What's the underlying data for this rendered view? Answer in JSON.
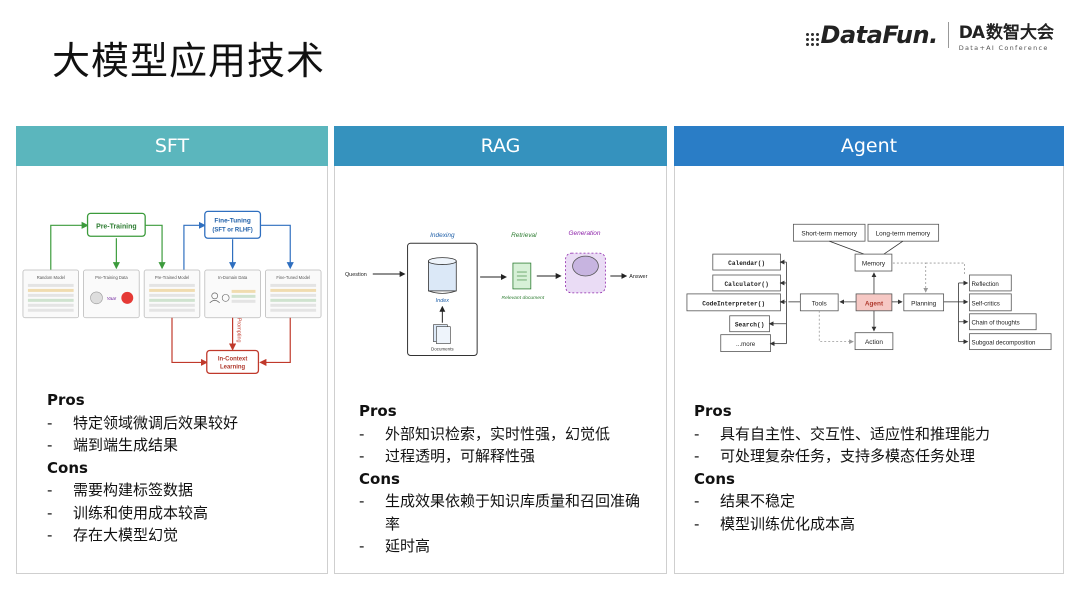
{
  "page": {
    "title": "大模型应用技术"
  },
  "logo": {
    "datafun": "DataFun.",
    "da_mark": "DA",
    "da_name": "数智大会",
    "da_sub": "Data+AI Conference"
  },
  "panels": [
    {
      "header": "SFT",
      "pros_label": "Pros",
      "pros": [
        "特定领域微调后效果较好",
        "端到端生成结果"
      ],
      "cons_label": "Cons",
      "cons": [
        "需要构建标签数据",
        "训练和使用成本较高",
        "存在大模型幻觉"
      ],
      "diagram": {
        "pretraining": "Pre-Training",
        "finetuning_1": "Fine-Tuning",
        "finetuning_2": "(SFT or RLHF)",
        "incontext_1": "In-Context",
        "incontext_2": "Learning",
        "prompting": "Prompting",
        "cards": [
          "Random Model",
          "Pre-Training Data",
          "Pre-Trained Model",
          "In-Domain Data",
          "Fine-Tuned Model"
        ]
      }
    },
    {
      "header": "RAG",
      "pros_label": "Pros",
      "pros": [
        "外部知识检索，实时性强，幻觉低",
        "过程透明，可解释性强"
      ],
      "cons_label": "Cons",
      "cons": [
        "生成效果依赖于知识库质量和召回准确率",
        "延时高"
      ],
      "diagram": {
        "indexing": "Indexing",
        "retrieval": "Retrieval",
        "generation": "Generation",
        "question": "Question",
        "answer": "Answer",
        "index": "Index",
        "relevant": "Relevant document",
        "documents": "Documents"
      }
    },
    {
      "header": "Agent",
      "pros_label": "Pros",
      "pros": [
        "具有自主性、交互性、适应性和推理能力",
        "可处理复杂任务，支持多模态任务处理"
      ],
      "cons_label": "Cons",
      "cons": [
        "结果不稳定",
        "模型训练优化成本高"
      ],
      "diagram": {
        "short_term": "Short-term memory",
        "long_term": "Long-term memory",
        "memory": "Memory",
        "calendar": "Calendar()",
        "calculator": "Calculator()",
        "code_interpreter": "CodeInterpreter()",
        "search": "Search()",
        "more": "...more",
        "tools": "Tools",
        "agent": "Agent",
        "planning": "Planning",
        "action": "Action",
        "reflection": "Reflection",
        "self_critics": "Self-critics",
        "chain_of_thoughts": "Chain of thoughts",
        "subgoal": "Subgoal decomposition"
      }
    }
  ]
}
